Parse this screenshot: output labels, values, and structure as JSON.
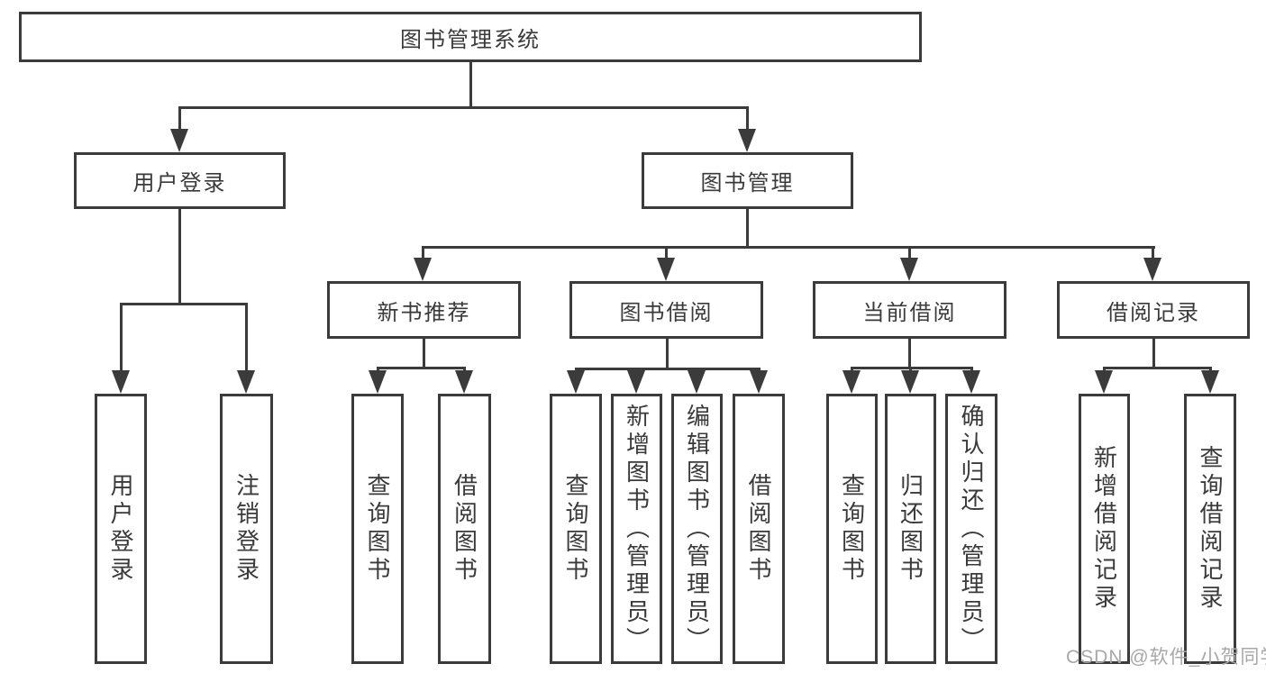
{
  "diagram": {
    "root": {
      "label": "图书管理系统"
    },
    "branches": [
      {
        "label": "用户登录",
        "children": [
          {
            "label": "用户登录"
          },
          {
            "label": "注销登录"
          }
        ]
      },
      {
        "label": "图书管理",
        "children": [
          {
            "label": "新书推荐",
            "children": [
              {
                "label": "查询图书"
              },
              {
                "label": "借阅图书"
              }
            ]
          },
          {
            "label": "图书借阅",
            "children": [
              {
                "label": "查询图书"
              },
              {
                "label": "新增图书（管理员）"
              },
              {
                "label": "编辑图书（管理员）"
              },
              {
                "label": "借阅图书"
              }
            ]
          },
          {
            "label": "当前借阅",
            "children": [
              {
                "label": "查询图书"
              },
              {
                "label": "归还图书"
              },
              {
                "label": "确认归还（管理员）"
              }
            ]
          },
          {
            "label": "借阅记录",
            "children": [
              {
                "label": "新增借阅记录"
              },
              {
                "label": "查询借阅记录"
              }
            ]
          }
        ]
      }
    ]
  },
  "watermark": {
    "text": "CSDN @软件_小贺同学"
  },
  "colors": {
    "line": "#3b3b3b",
    "text": "#3a3a3a",
    "box_background": "#ffffff",
    "watermark": "#a8a8a8"
  }
}
